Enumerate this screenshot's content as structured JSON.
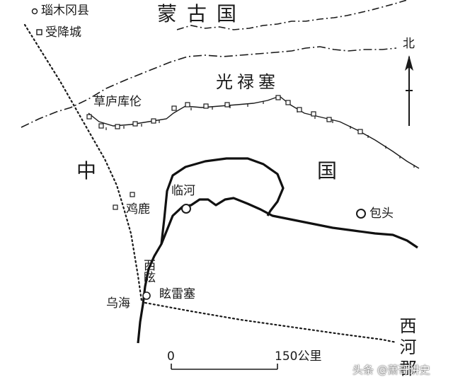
{
  "map": {
    "regions": {
      "mongolia": "蒙古国",
      "china_left": "中",
      "china_right": "国",
      "guanglu": "光禄塞",
      "xihe": "西河郡",
      "xixuan": "西眩"
    },
    "places": {
      "zimu": "瑙木冈县",
      "shouxiang": "受降城",
      "caolu": "草庐库伦",
      "jilu": "鸡鹿",
      "linhe": "临河",
      "baotou": "包头",
      "xuanlei": "眩雷塞",
      "wuhai": "乌海"
    },
    "compass": "北",
    "scale": {
      "zero": "0",
      "end": "150公里"
    },
    "watermark": "头条 @萧哥讲史"
  }
}
